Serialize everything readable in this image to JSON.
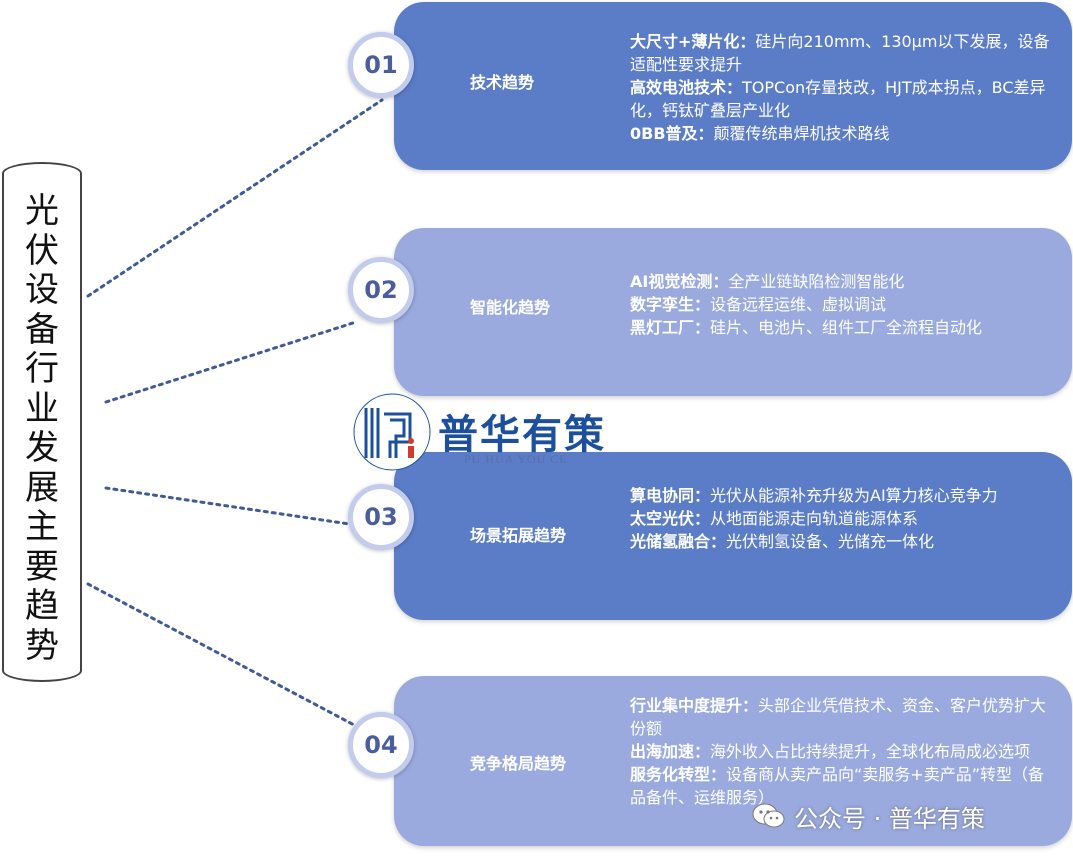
{
  "title": "光伏设备行业发展主要趋势",
  "logo": {
    "text": "普华有策",
    "subtitle": "PU HUA YOU CE"
  },
  "watermark": "公众号 · 普华有策",
  "colors": {
    "dark_box": "#5b7cc7",
    "light_box": "#9aaade",
    "circle_ring": "#c3ccec",
    "circle_text": "#4a5e9e",
    "logo": "#1c4f9c"
  },
  "trends": [
    {
      "num": "01",
      "label": "技术趋势",
      "bullets": [
        {
          "key": "大尺寸+薄片化：",
          "text": "硅片向210mm、130μm以下发展，设备适配性要求提升"
        },
        {
          "key": "高效电池技术：",
          "text": "TOPCon存量技改，HJT成本拐点，BC差异化，钙钛矿叠层产业化"
        },
        {
          "key": "0BB普及：",
          "text": "颠覆传统串焊机技术路线"
        }
      ]
    },
    {
      "num": "02",
      "label": "智能化趋势",
      "bullets": [
        {
          "key": "AI视觉检测：",
          "text": "全产业链缺陷检测智能化"
        },
        {
          "key": "数字孪生：",
          "text": "设备远程运维、虚拟调试"
        },
        {
          "key": "黑灯工厂：",
          "text": "硅片、电池片、组件工厂全流程自动化"
        }
      ]
    },
    {
      "num": "03",
      "label": "场景拓展趋势",
      "bullets": [
        {
          "key": "算电协同：",
          "text": "光伏从能源补充升级为AI算力核心竞争力"
        },
        {
          "key": "太空光伏：",
          "text": "从地面能源走向轨道能源体系"
        },
        {
          "key": "光储氢融合：",
          "text": "光伏制氢设备、光储充一体化"
        }
      ]
    },
    {
      "num": "04",
      "label": "竞争格局趋势",
      "bullets": [
        {
          "key": "行业集中度提升：",
          "text": "头部企业凭借技术、资金、客户优势扩大份额"
        },
        {
          "key": "出海加速：",
          "text": "海外收入占比持续提升，全球化布局成必选项"
        },
        {
          "key": "服务化转型：",
          "text": "设备商从卖产品向“卖服务+卖产品”转型（备品备件、运维服务）"
        }
      ]
    }
  ]
}
